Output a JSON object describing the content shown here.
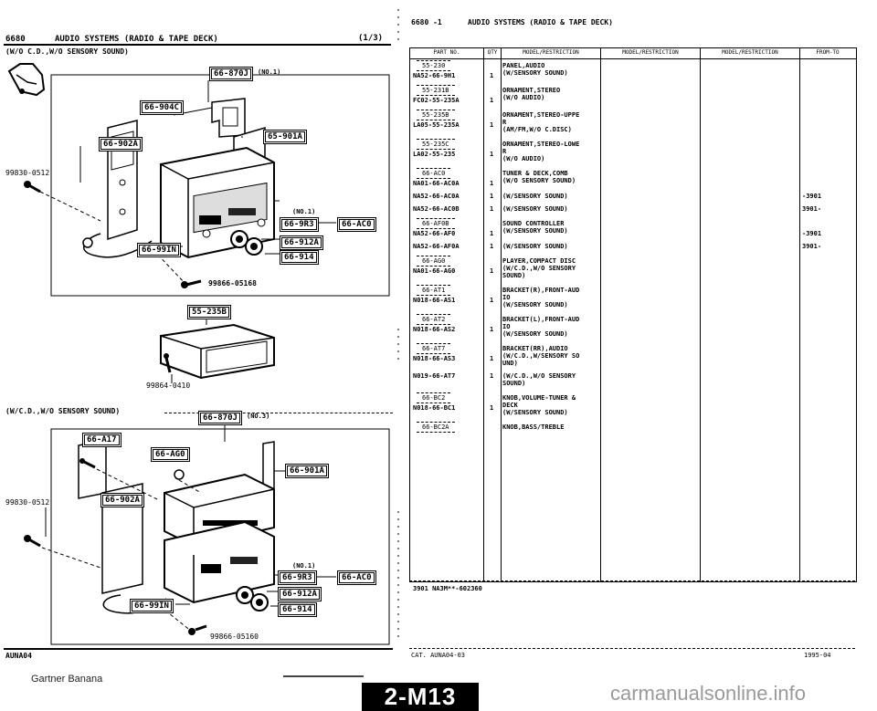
{
  "left": {
    "header_code": "6680",
    "header_title": "AUDIO SYSTEMS (RADIO & TAPE DECK)",
    "page_indicator": "(1/3)",
    "section1_title": "(W/O C.D.,W/O SENSORY SOUND)",
    "section2_title": "(W/C.D.,W/O SENSORY SOUND)",
    "footer_code": "AUNA04",
    "callouts1": {
      "a": "66-870J",
      "a_note": "(NO.1)",
      "b": "66-904C",
      "c": "66-902A",
      "d": "65-901A",
      "e": "66-9R3",
      "e_note": "(NO.1)",
      "f": "66-AC0",
      "g": "66-912A",
      "h": "66-914",
      "i": "66-99IN",
      "p1": "99830-0512",
      "p2": "99866-05168",
      "k": "55-235B",
      "p3": "99864-0410"
    },
    "callouts2": {
      "a": "66-870J",
      "a_note": "(NO.3)",
      "b": "66-A17",
      "c": "66-AG0",
      "d": "66-901A",
      "e": "66-902A",
      "f": "66-9R3",
      "f_note": "(NO.1)",
      "g": "66-AC0",
      "h": "66-912A",
      "i": "66-914",
      "j": "66-99IN",
      "p1": "99830-0512",
      "p2": "99866-05160"
    }
  },
  "right": {
    "header_code": "6680 -1",
    "header_title": "AUDIO SYSTEMS (RADIO & TAPE DECK)",
    "columns": [
      "PART NO.",
      "QTY",
      "MODEL/RESTRICTION",
      "MODEL/RESTRICTION",
      "MODEL/RESTRICTION",
      "FROM-TO"
    ],
    "rows": [
      {
        "ref": "55-230",
        "part": "NA52-66-9H1",
        "qty": "1",
        "desc1": "PANEL,AUDIO",
        "desc2": "(W/SENSORY SOUND)",
        "from_to": ""
      },
      {
        "ref": "55-231B",
        "part": "FC02-55-235A",
        "qty": "1",
        "desc1": "ORNAMENT,STEREO",
        "desc2": "(W/O AUDIO)",
        "from_to": ""
      },
      {
        "ref": "55-235B",
        "part": "LA05-55-235A",
        "qty": "1",
        "desc1": "ORNAMENT,STEREO-UPPE",
        "desc2": "R",
        "desc3": "(AM/FM,W/O C.DISC)",
        "from_to": ""
      },
      {
        "ref": "55-235C",
        "part": "LA02-55-235",
        "qty": "1",
        "desc1": "ORNAMENT,STEREO-LOWE",
        "desc2": "R",
        "desc3": "(W/O AUDIO)",
        "from_to": ""
      },
      {
        "ref": "66-AC0",
        "part": "NA01-66-AC0A",
        "qty": "1",
        "desc1": "TUNER & DECK,COMB",
        "desc2": "(W/O SENSORY SOUND)",
        "from_to": ""
      },
      {
        "ref": "",
        "part": "NA52-66-AC0A",
        "qty": "1",
        "desc1": "(W/SENSORY SOUND)",
        "desc2": "",
        "from_to": "-3901"
      },
      {
        "ref": "",
        "part": "NA52-66-AC0B",
        "qty": "1",
        "desc1": "(W/SENSORY SOUND)",
        "desc2": "",
        "from_to": "3901-"
      },
      {
        "ref": "66-AF0B",
        "part": "NA52-66-AF0",
        "qty": "1",
        "desc1": "SOUND CONTROLLER",
        "desc2": "(W/SENSORY SOUND)",
        "from_to": "-3901"
      },
      {
        "ref": "",
        "part": "NA52-66-AF0A",
        "qty": "1",
        "desc1": "(W/SENSORY SOUND)",
        "desc2": "",
        "from_to": "3901-"
      },
      {
        "ref": "66-AG0",
        "part": "NA01-66-AG0",
        "qty": "1",
        "desc1": "PLAYER,COMPACT DISC",
        "desc2": "(W/C.D.,W/O SENSORY",
        "desc3": "SOUND)",
        "from_to": ""
      },
      {
        "ref": "66-AT1",
        "part": "N018-66-AS1",
        "qty": "1",
        "desc1": "BRACKET(R),FRONT-AUD",
        "desc2": "IO",
        "desc3": "(W/SENSORY SOUND)",
        "from_to": ""
      },
      {
        "ref": "66-AT2",
        "part": "N018-66-AS2",
        "qty": "1",
        "desc1": "BRACKET(L),FRONT-AUD",
        "desc2": "IO",
        "desc3": "(W/SENSORY SOUND)",
        "from_to": ""
      },
      {
        "ref": "66-AT7",
        "part": "N018-66-AS3",
        "qty": "1",
        "desc1": "BRACKET(RR),AUDIO",
        "desc2": "(W/C.D.,W/SENSORY SO",
        "desc3": "UND)",
        "from_to": ""
      },
      {
        "ref": "",
        "part": "N019-66-AT7",
        "qty": "1",
        "desc1": "(W/C.D.,W/O SENSORY",
        "desc2": "SOUND)",
        "from_to": ""
      },
      {
        "ref": "66-BC2",
        "part": "N018-66-BC1",
        "qty": "1",
        "desc1": "KNOB,VOLUME-TUNER &",
        "desc2": "DECK",
        "desc3": "(W/SENSORY SOUND)",
        "from_to": ""
      },
      {
        "ref": "66-BC2A",
        "part": "",
        "qty": "",
        "desc1": "KNOB,BASS/TREBLE",
        "desc2": "",
        "from_to": ""
      }
    ],
    "footnote": "3901 NA3M**-602360",
    "footer_left": "CAT. AUNA04-03",
    "footer_right": "1995-04"
  },
  "bottom": {
    "watermark_left": "Gartner Banana",
    "page_tab": "2-M13",
    "watermark_right": "carmanualsonline.info"
  }
}
